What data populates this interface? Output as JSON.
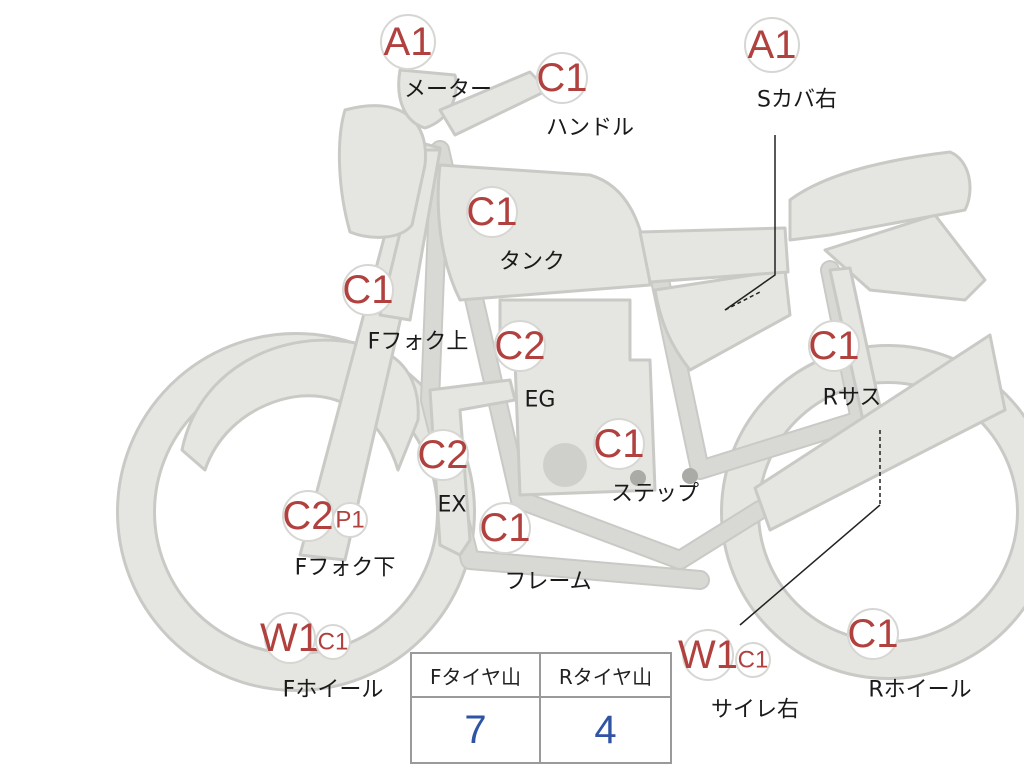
{
  "colors": {
    "grade": "#b0413e",
    "value": "#2f54a3",
    "label": "#1a1a1a",
    "body": "#e5e5e1"
  },
  "parts": [
    {
      "id": "meter",
      "label": "メーター",
      "badges": [
        "A1"
      ]
    },
    {
      "id": "handle",
      "label": "ハンドル",
      "badges": [
        "C1"
      ]
    },
    {
      "id": "scover",
      "label": "Sカバ右",
      "badges": [
        "A1"
      ]
    },
    {
      "id": "tank",
      "label": "タンク",
      "badges": [
        "C1"
      ]
    },
    {
      "id": "ffork-up",
      "label": "Fフォク上",
      "badges": [
        "C1"
      ]
    },
    {
      "id": "eg",
      "label": "EG",
      "badges": [
        "C2"
      ]
    },
    {
      "id": "rsus",
      "label": "Rサス",
      "badges": [
        "C1"
      ]
    },
    {
      "id": "ex",
      "label": "EX",
      "badges": [
        "C2"
      ]
    },
    {
      "id": "step",
      "label": "ステップ",
      "badges": [
        "C1"
      ]
    },
    {
      "id": "ffork-low",
      "label": "Fフォク下",
      "badges": [
        "C2",
        "P1"
      ]
    },
    {
      "id": "frame",
      "label": "フレーム",
      "badges": [
        "C1"
      ]
    },
    {
      "id": "fwheel",
      "label": "Fホイール",
      "badges": [
        "W1",
        "C1"
      ]
    },
    {
      "id": "silencer",
      "label": "サイレ右",
      "badges": [
        "W1",
        "C1"
      ]
    },
    {
      "id": "rwheel",
      "label": "Rホイール",
      "badges": [
        "C1"
      ]
    }
  ],
  "tread_table": {
    "headers": [
      "Fタイヤ山",
      "Rタイヤ山"
    ],
    "values": [
      "7",
      "4"
    ]
  }
}
